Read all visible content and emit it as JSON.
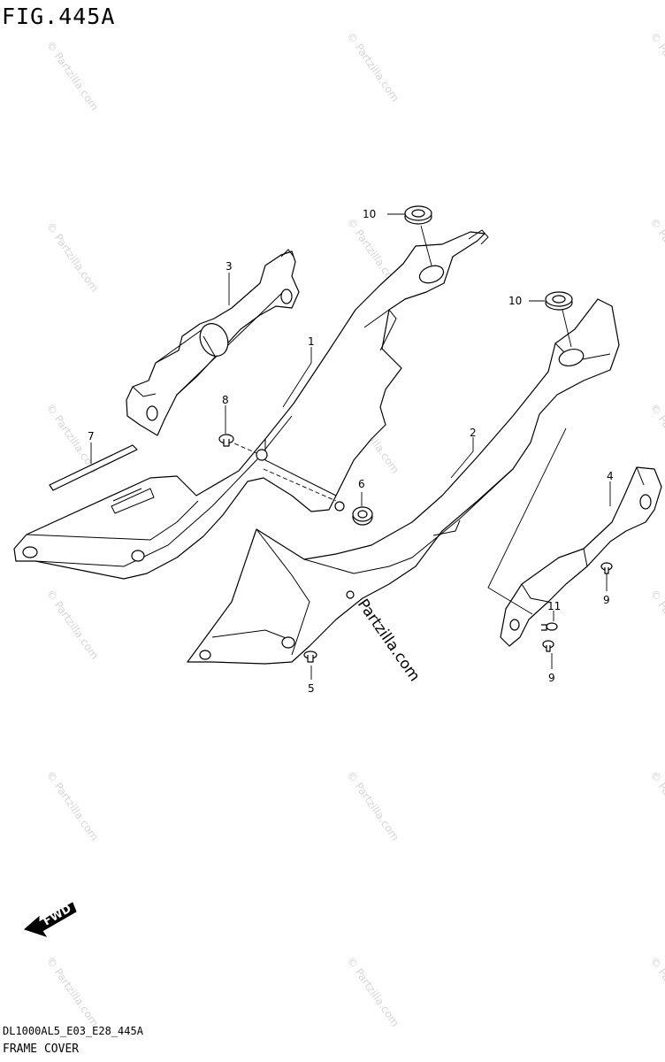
{
  "figure": {
    "title": "FIG.445A",
    "code": "DL1000AL5_E03_E28_445A",
    "name": "FRAME COVER"
  },
  "watermark": {
    "small": "© Partzilla.com",
    "big": "Partzilla.com"
  },
  "fwd_label": "FWD",
  "callouts": [
    "1",
    "2",
    "3",
    "4",
    "5",
    "6",
    "7",
    "8",
    "9",
    "9",
    "10",
    "10",
    "11"
  ]
}
